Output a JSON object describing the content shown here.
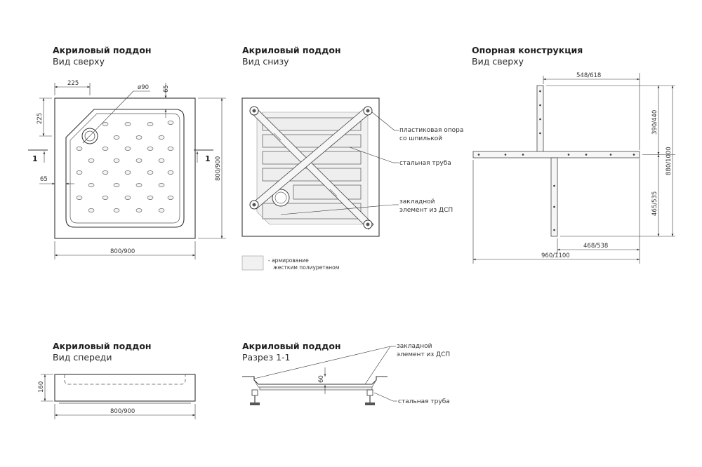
{
  "views": {
    "top": {
      "title": "Акриловый поддон",
      "subtitle": "Вид сверху"
    },
    "bottom": {
      "title": "Акриловый поддон",
      "subtitle": "Вид снизу"
    },
    "support": {
      "title": "Опорная конструкция",
      "subtitle": "Вид сверху"
    },
    "front": {
      "title": "Акриловый поддон",
      "subtitle": "Вид спереди"
    },
    "section": {
      "title": "Акриловый поддон",
      "subtitle": "Разрез 1-1"
    }
  },
  "dimensions": {
    "top_corner_x": "225",
    "top_corner_y": "225",
    "drain_diameter": "ø90",
    "top_rim_top": "65",
    "top_rim_left": "65",
    "top_width": "800/900",
    "top_depth": "800/900",
    "support_half_top": "548/618",
    "support_half_bottom": "468/538",
    "support_width": "960/1100",
    "support_upper": "390/440",
    "support_lower": "465/535",
    "support_total": "880/1000",
    "front_height": "160",
    "front_width": "800/900",
    "section_depth": "60"
  },
  "section_marker": {
    "left": "1",
    "right": "1"
  },
  "labels": {
    "support_leg": "пластиковая опора",
    "support_leg_2": "со шпилькой",
    "steel_pipe": "стальная труба",
    "embedded_1": "закладной",
    "embedded_2": "элемент из ДСП",
    "legend_1": "- армирование",
    "legend_2": "жестким полиуретаном",
    "section_embedded_1": "закладной",
    "section_embedded_2": "элемент из ДСП",
    "section_pipe": "стальная труба"
  }
}
